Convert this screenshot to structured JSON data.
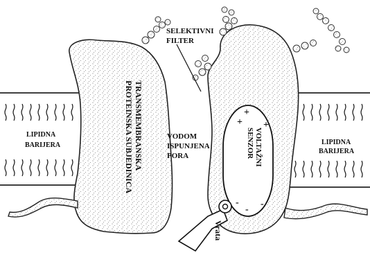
{
  "labels": {
    "selective_filter": [
      "SELEKTIVNI",
      "FILTER"
    ],
    "transmembrane_subunit": [
      "TRANSMEMBRANSKA",
      "PROTEINSKA SUBJEDINICA"
    ],
    "water_pore": [
      "VODOM",
      "ISPUNJENA",
      "PORA"
    ],
    "voltage_sensor": [
      "VOLTAŽNI",
      "SENZOR"
    ],
    "lipid_left": [
      "LIPIDNA",
      "BARIJERA"
    ],
    "lipid_right": [
      "LIPIDNA",
      "BARIJERA"
    ],
    "gate": "Vrata",
    "sensor_plus": [
      "+",
      "+",
      "+"
    ],
    "sensor_minus": [
      "-",
      "-",
      "-"
    ]
  }
}
